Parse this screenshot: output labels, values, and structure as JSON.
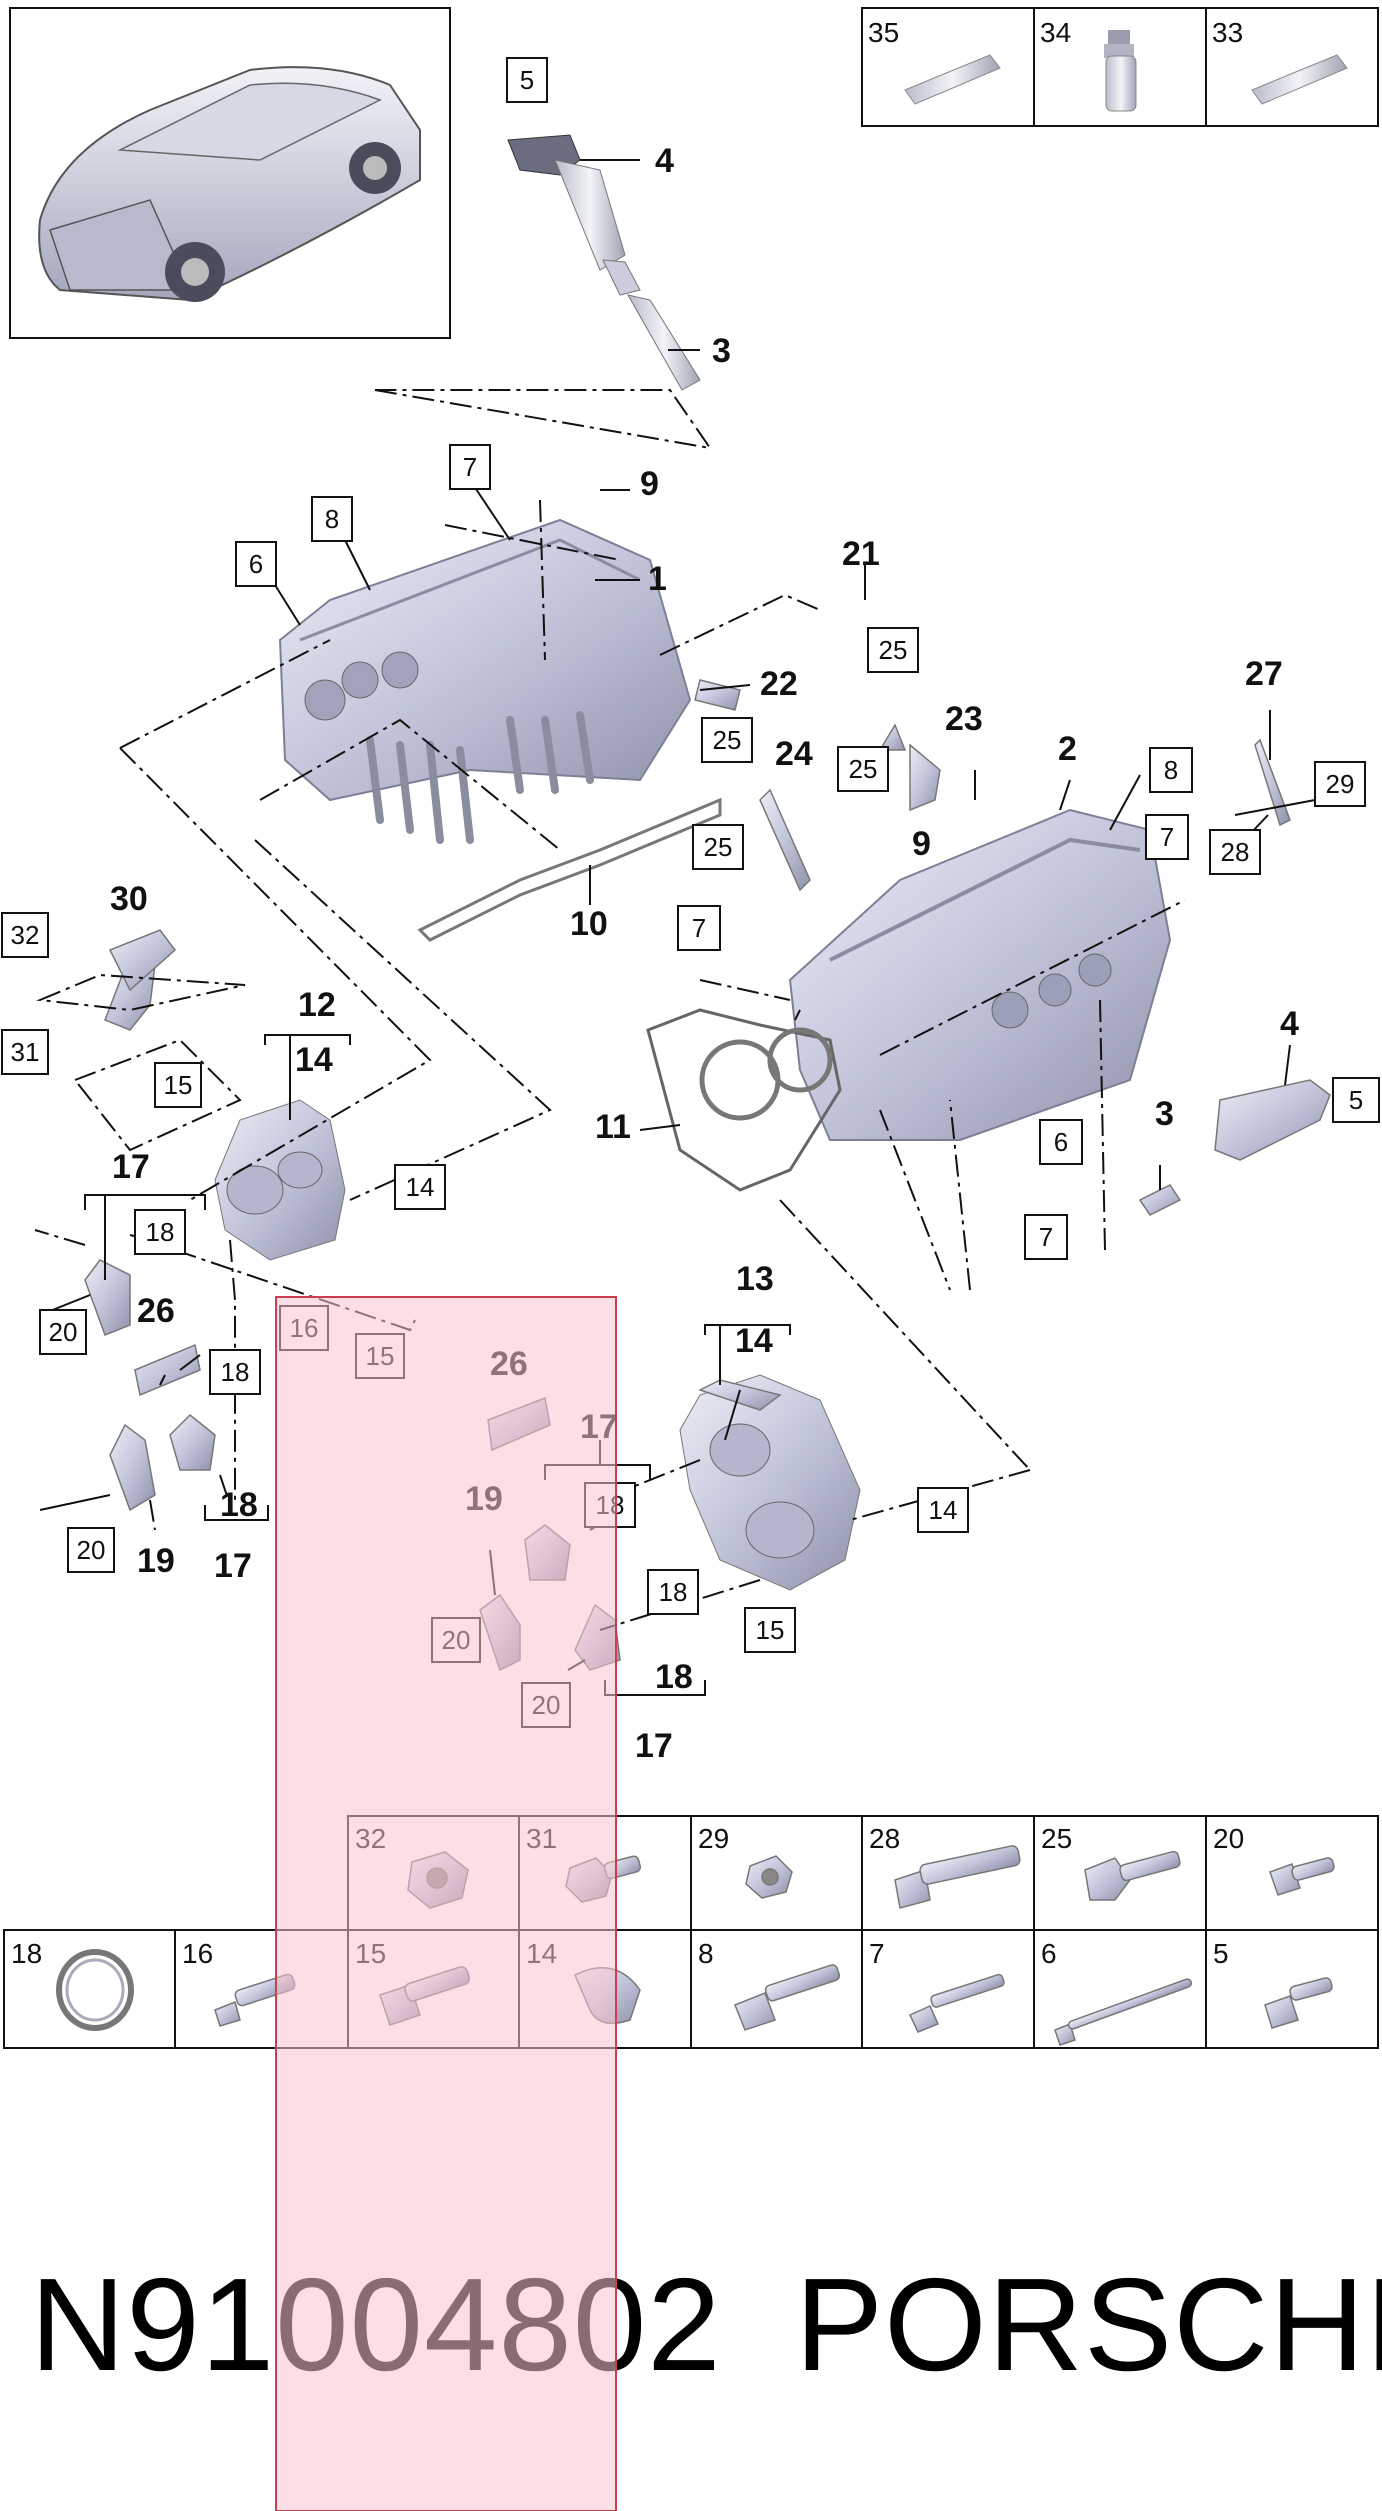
{
  "callouts": {
    "c1": "1",
    "c2": "2",
    "c3a": "3",
    "c3b": "3",
    "c4a": "4",
    "c4b": "4",
    "c5a": "5",
    "c5b": "5",
    "c6a": "6",
    "c6b": "6",
    "c7a": "7",
    "c7b": "7",
    "c7c": "7",
    "c7d": "7",
    "c8a": "8",
    "c8b": "8",
    "c9a": "9",
    "c9b": "9",
    "c10": "10",
    "c11": "11",
    "c12": "12",
    "c13": "13",
    "c14a": "14",
    "c14b": "14",
    "c14c": "14",
    "c14d": "14",
    "c15a": "15",
    "c15b": "15",
    "c15c": "15",
    "c16": "16",
    "c17a": "17",
    "c17b": "17",
    "c17c": "17",
    "c17d": "17",
    "c18a": "18",
    "c18b": "18",
    "c18c": "18",
    "c18d": "18",
    "c18e": "18",
    "c18f": "18",
    "c19a": "19",
    "c19b": "19",
    "c20a": "20",
    "c20b": "20",
    "c20c": "20",
    "c20d": "20",
    "c21": "21",
    "c22": "22",
    "c23": "23",
    "c24": "24",
    "c25a": "25",
    "c25b": "25",
    "c25c": "25",
    "c25d": "25",
    "c26a": "26",
    "c26b": "26",
    "c27": "27",
    "c28": "28",
    "c29": "29",
    "c30": "30",
    "c31": "31",
    "c32": "32"
  },
  "top_parts_table": [
    "35",
    "34",
    "33"
  ],
  "parts_grid": {
    "row1": [
      "32",
      "31",
      "29",
      "28",
      "25",
      "20"
    ],
    "row2": [
      "18",
      "16",
      "15",
      "14",
      "8",
      "7",
      "6",
      "5"
    ]
  },
  "footer": {
    "part_number": "N91004802",
    "brand": "PORSCHE"
  },
  "colors": {
    "highlight_fill": "#f9c5d0",
    "highlight_border": "#c84050",
    "part_tint": "#c9cbe0"
  }
}
